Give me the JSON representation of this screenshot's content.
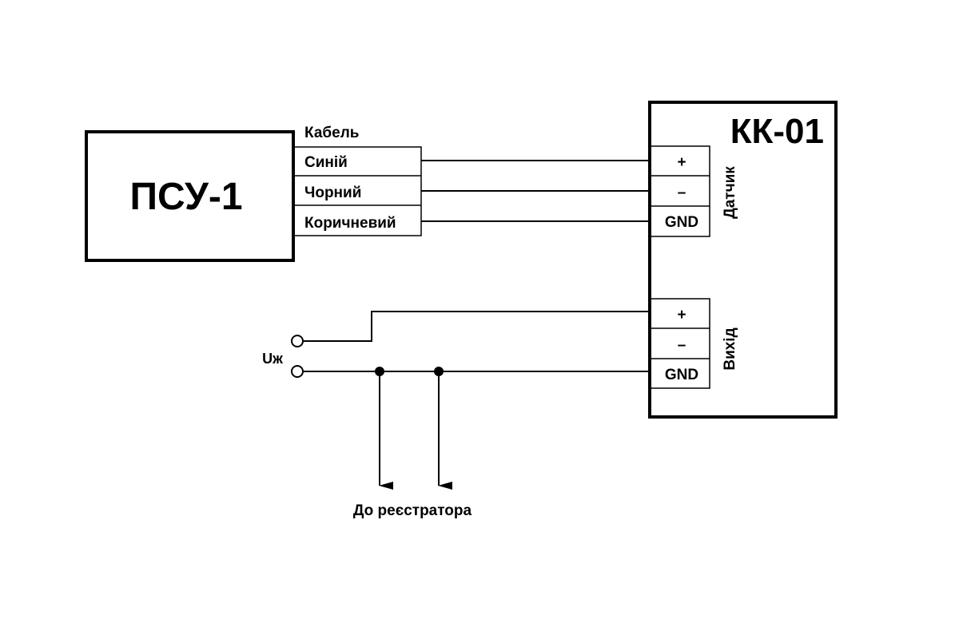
{
  "psu": {
    "title": "ПСУ-1"
  },
  "cable": {
    "heading": "Кабель",
    "wires": [
      {
        "label": "Синій"
      },
      {
        "label": "Чорний"
      },
      {
        "label": "Коричневий"
      }
    ]
  },
  "kk": {
    "title": "КК-01",
    "sensor_group": {
      "label": "Датчик",
      "terminals": [
        "+",
        "–",
        "GND"
      ]
    },
    "output_group": {
      "label": "Вихід",
      "terminals": [
        "+",
        "–",
        "GND"
      ]
    }
  },
  "supply": {
    "label": "Uж"
  },
  "recorder": {
    "label": "До реєстратора"
  },
  "colors": {
    "stroke": "#000000",
    "background": "#ffffff"
  }
}
